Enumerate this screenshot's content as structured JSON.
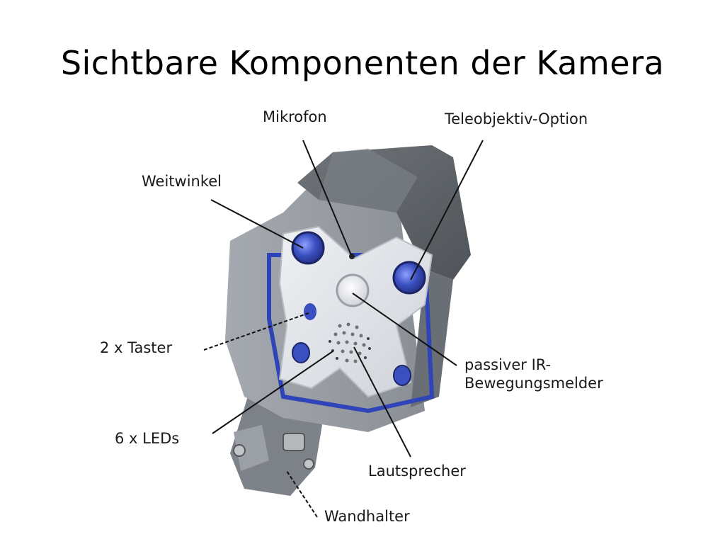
{
  "slide": {
    "title": "Sichtbare Komponenten der Kamera"
  },
  "labels": {
    "mikrofon": "Mikrofon",
    "teleobjektiv": "Teleobjektiv-Option",
    "weitwinkel": "Weitwinkel",
    "taster": "2 x Taster",
    "ir_line1": "passiver IR-",
    "ir_line2": "Bewegungsmelder",
    "leds": "6 x LEDs",
    "lautsprecher": "Lautsprecher",
    "wandhalter": "Wandhalter"
  },
  "colors": {
    "housing": "#8f9499",
    "faceplate": "#e4e6ea",
    "lens_blue": "#3a4fc0",
    "leader_line": "#111111"
  }
}
